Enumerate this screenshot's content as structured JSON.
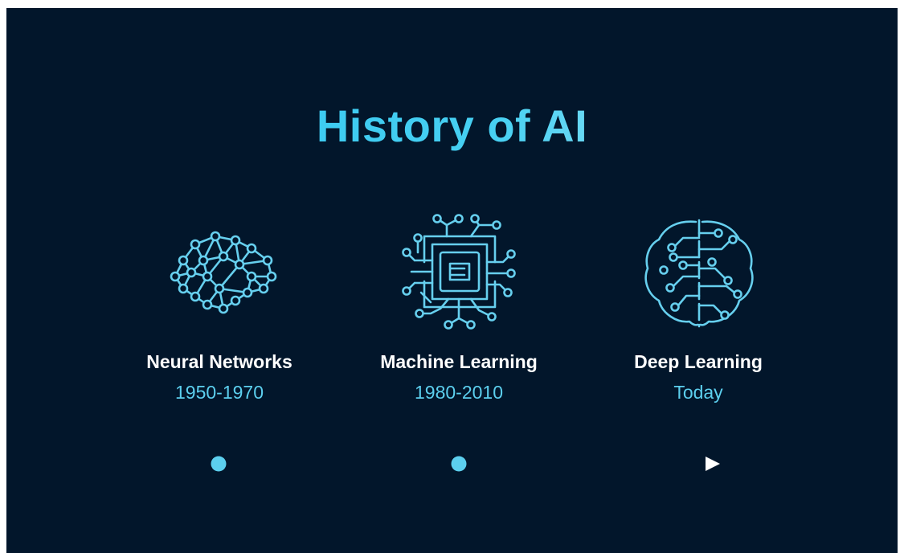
{
  "slide": {
    "title": "History of AI",
    "colors": {
      "background": "#02162b",
      "accent": "#5ccfee",
      "label": "#ffffff"
    }
  },
  "stages": [
    {
      "label": "Neural Networks",
      "era": "1950-1970",
      "icon": "brain-network-icon"
    },
    {
      "label": "Machine Learning",
      "era": "1980-2010",
      "icon": "circuit-chip-icon"
    },
    {
      "label": "Deep Learning",
      "era": "Today",
      "icon": "circuit-brain-icon"
    }
  ],
  "timeline": {
    "markers": 2,
    "arrow": "right"
  }
}
